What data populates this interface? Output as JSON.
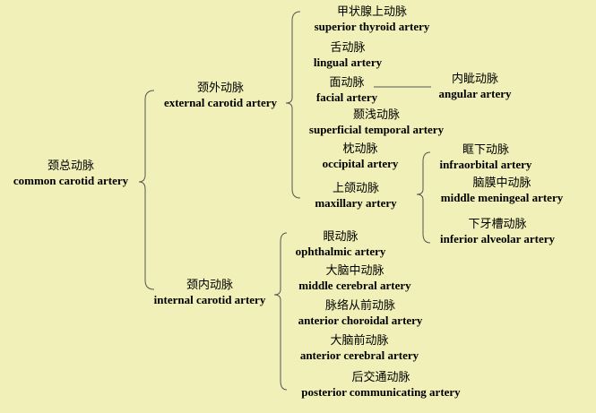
{
  "nodes": {
    "common_carotid": {
      "zh": "颈总动脉",
      "en": "common carotid artery"
    },
    "external_carotid": {
      "zh": "颈外动脉",
      "en": "external carotid artery"
    },
    "internal_carotid": {
      "zh": "颈内动脉",
      "en": "internal carotid artery"
    },
    "superior_thyroid": {
      "zh": "甲状腺上动脉",
      "en": "superior thyroid artery"
    },
    "lingual": {
      "zh": "舌动脉",
      "en": "lingual artery"
    },
    "facial": {
      "zh": "面动脉",
      "en": "facial artery"
    },
    "angular": {
      "zh": "内眦动脉",
      "en": "angular artery"
    },
    "superficial_temporal": {
      "zh": "颞浅动脉",
      "en": "superficial temporal artery"
    },
    "occipital": {
      "zh": "枕动脉",
      "en": "occipital artery"
    },
    "maxillary": {
      "zh": "上颌动脉",
      "en": "maxillary artery"
    },
    "infraorbital": {
      "zh": "眶下动脉",
      "en": "infraorbital artery"
    },
    "middle_meningeal": {
      "zh": "脑膜中动脉",
      "en": "middle meningeal artery"
    },
    "inferior_alveolar": {
      "zh": "下牙槽动脉",
      "en": "inferior alveolar artery"
    },
    "ophthalmic": {
      "zh": "眼动脉",
      "en": "ophthalmic artery"
    },
    "middle_cerebral": {
      "zh": "大脑中动脉",
      "en": "middle cerebral artery"
    },
    "anterior_choroidal": {
      "zh": "脉络从前动脉",
      "en": "anterior choroidal artery"
    },
    "anterior_cerebral": {
      "zh": "大脑前动脉",
      "en": "anterior cerebral artery"
    },
    "posterior_communicating": {
      "zh": "后交通动脉",
      "en": "posterior communicating artery"
    }
  },
  "colors": {
    "background": "#f0f0b8",
    "line": "#555555",
    "text": "#000000"
  }
}
